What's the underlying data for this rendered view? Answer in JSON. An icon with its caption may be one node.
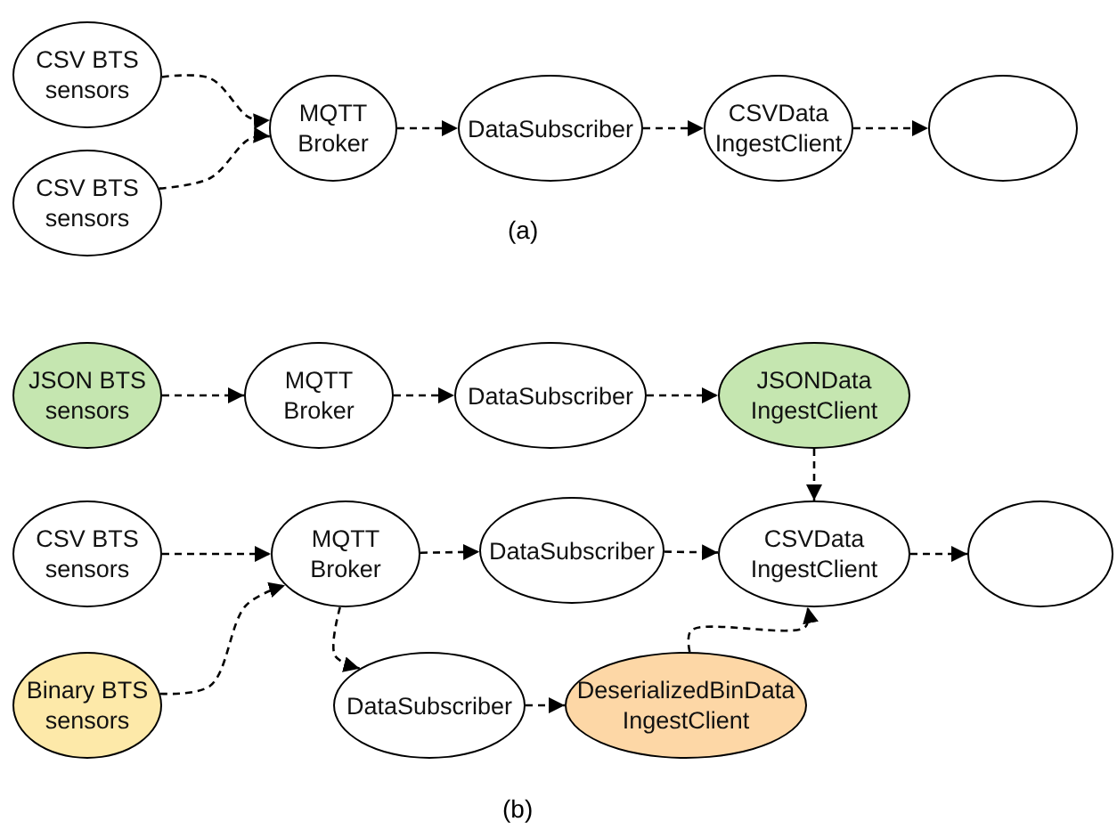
{
  "diagram": {
    "nodes": [
      {
        "text": [
          "CSV BTS sensors"
        ]
      },
      {
        "text": [
          "CSV BTS sensors"
        ]
      },
      {
        "text": [
          "MQTT Broker"
        ]
      },
      {
        "text": [
          "DataSubscriber"
        ]
      },
      {
        "text": [
          "CSVData IngestClient"
        ]
      },
      {
        "text": [],
        "shape": "ellipse"
      },
      {
        "text": [
          "JSON BTS sensors"
        ]
      },
      {
        "text": [
          "MQTT Broker"
        ]
      },
      {
        "text": [
          "DataSubscriber"
        ]
      },
      {
        "text": [
          "JSONData IngestClient"
        ]
      },
      {
        "text": [
          "CSV BTS sensors"
        ]
      },
      {
        "text": [
          "MQTT Broker"
        ]
      },
      {
        "text": [
          "DataSubscriber"
        ]
      },
      {
        "text": [
          "CSVData IngestClient"
        ]
      },
      {
        "text": [],
        "shape": "ellipse"
      },
      {
        "text": [
          "Binary BTS sensors"
        ]
      },
      {
        "text": [
          "DataSubscriber"
        ]
      },
      {
        "text": [
          "DeserializedBinData IngestClient"
        ]
      }
    ],
    "edges": [
      {
        "from": 0,
        "to": 2,
        "arrow": "to"
      },
      {
        "from": 1,
        "to": 2,
        "arrow": "to"
      },
      {
        "from": 2,
        "to": 3,
        "arrow": "to"
      },
      {
        "from": 3,
        "to": 4,
        "arrow": "to"
      },
      {
        "from": 4,
        "to": 5,
        "arrow": "to"
      },
      {
        "from": 6,
        "to": 7,
        "arrow": "to"
      },
      {
        "from": 7,
        "to": 8,
        "arrow": "to"
      },
      {
        "from": 8,
        "to": 9,
        "arrow": "to"
      },
      {
        "from": 9,
        "to": 13,
        "arrow": "to"
      },
      {
        "from": 10,
        "to": 11,
        "arrow": "to"
      },
      {
        "from": 15,
        "to": 11,
        "arrow": "to"
      },
      {
        "from": 11,
        "to": 12,
        "arrow": "to"
      },
      {
        "from": 12,
        "to": 13,
        "arrow": "to"
      },
      {
        "from": 13,
        "to": 14,
        "arrow": "to"
      },
      {
        "from": 11,
        "to": 16,
        "arrow": "to"
      },
      {
        "from": 16,
        "to": 17,
        "arrow": "to"
      },
      {
        "from": 17,
        "to": 13,
        "arrow": "to"
      }
    ],
    "labels": [
      "(a)",
      "(b)"
    ]
  }
}
